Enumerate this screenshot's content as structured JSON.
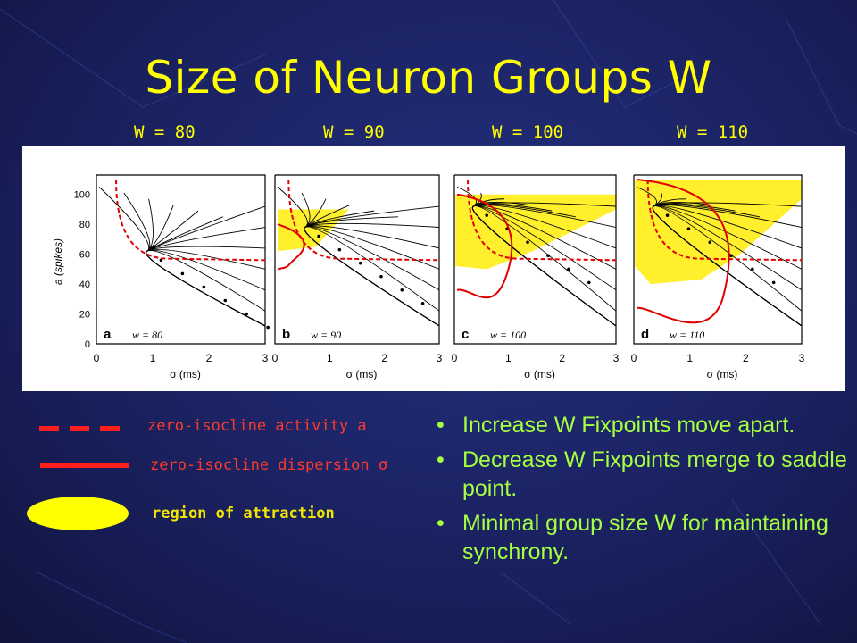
{
  "slide": {
    "title": "Size of Neuron Groups W",
    "column_labels": [
      "W = 80",
      "W = 90",
      "W = 100",
      "W = 110"
    ]
  },
  "figure": {
    "panels": [
      {
        "letter": "a",
        "w_label": "w = 80"
      },
      {
        "letter": "b",
        "w_label": "w = 90"
      },
      {
        "letter": "c",
        "w_label": "w = 100"
      },
      {
        "letter": "d",
        "w_label": "w = 110"
      }
    ],
    "y_axis_label": "a (spikes)",
    "y_ticks": [
      "100",
      "80",
      "60",
      "40",
      "20",
      "0"
    ],
    "x_axis_label": "σ (ms)",
    "x_ticks": [
      "0",
      "1",
      "2",
      "3"
    ],
    "colors": {
      "isocline": "#e00000",
      "attraction": "#ffef2c",
      "trajectory": "#000000"
    }
  },
  "legend": {
    "dashed_label": "zero-isocline activity a",
    "solid_label": "zero-isocline dispersion σ",
    "region_label": "region of attraction",
    "colors": {
      "line": "#ff1e1e",
      "region": "#ffff00",
      "region_text": "#f2e600"
    }
  },
  "bullets": [
    "Increase W  Fixpoints move apart.",
    "Decrease W  Fixpoints merge to saddle point.",
    "Minimal group size W for maintaining synchrony."
  ]
}
